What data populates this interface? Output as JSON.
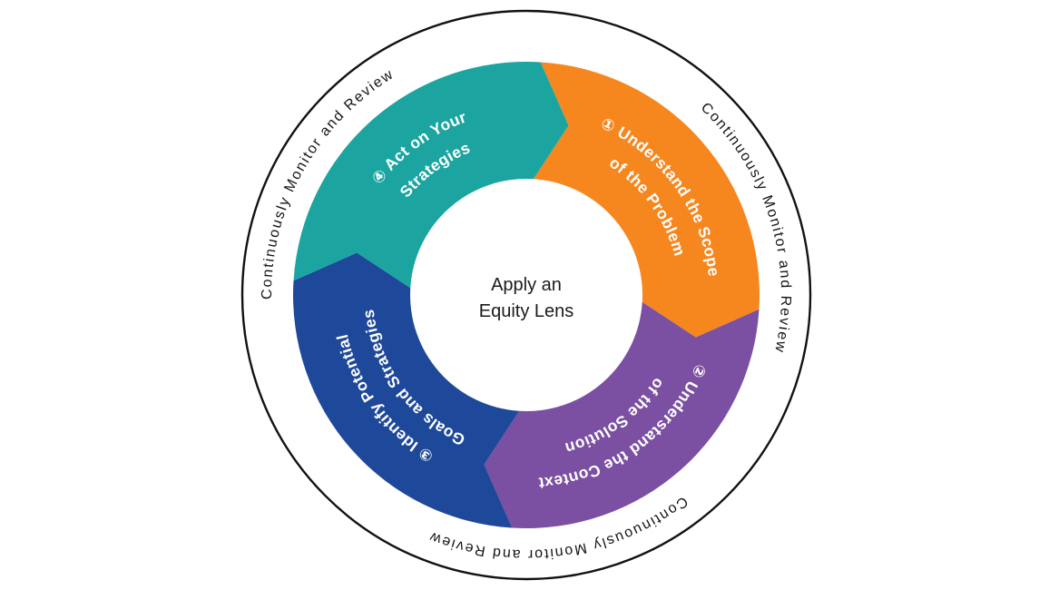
{
  "diagram": {
    "kind": "cycle-process-diagram",
    "background": "#ffffff",
    "outer_ring": {
      "text": "Continuously Monitor and Review",
      "repetitions": 3,
      "text_color": "#151515",
      "circle_color": "#121212",
      "instances": [
        {
          "position": "upper-left"
        },
        {
          "position": "right"
        },
        {
          "position": "bottom"
        }
      ]
    },
    "center": {
      "line1": "Apply an",
      "line2": "Equity Lens",
      "text_color": "#1b1b1b"
    },
    "label_text_color": "#ffffff",
    "steps": [
      {
        "id": "understand-scope-of-problem",
        "badge": "①",
        "line1": "① Understand the Scope",
        "line2": "of the Problem",
        "color": "#F6871F",
        "position": "top-right"
      },
      {
        "id": "understand-context-of-solution",
        "badge": "②",
        "line1": "② Understand the Context",
        "line2": "of the Solution",
        "color": "#7B4FA1",
        "position": "bottom-right"
      },
      {
        "id": "identify-potential-goals-and-strategies",
        "badge": "③",
        "line1": "③ Identify Potential",
        "line2": "Goals and Strategies",
        "color": "#1E4899",
        "position": "bottom-left"
      },
      {
        "id": "act-on-your-strategies",
        "badge": "④",
        "line1": "④ Act on Your",
        "line2": "Strategies",
        "color": "#1CA5A0",
        "position": "top-left"
      }
    ]
  }
}
